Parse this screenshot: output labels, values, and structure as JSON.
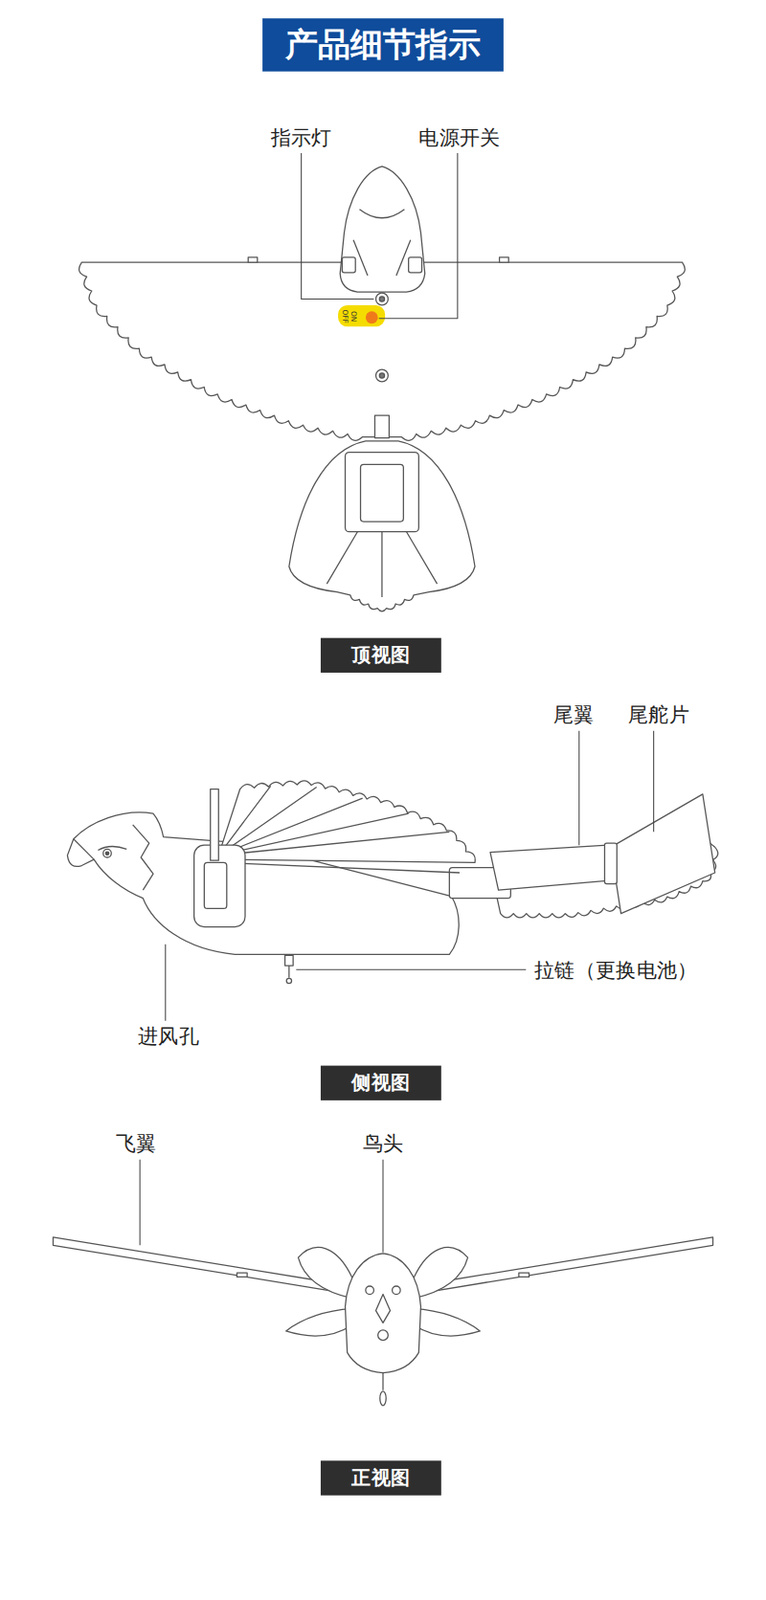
{
  "diagram": {
    "title": "产品细节指示",
    "nodes": [
      {
        "text": [
          "顶视图"
        ]
      },
      {
        "text": [
          "侧视图"
        ]
      },
      {
        "text": [
          "正视图"
        ]
      }
    ],
    "labels": [
      "指示灯",
      "电源开关",
      "ON",
      "OFF",
      "尾翼",
      "尾舵片",
      "拉链（更换电池）",
      "进风孔",
      "飞翼",
      "鸟头"
    ]
  }
}
